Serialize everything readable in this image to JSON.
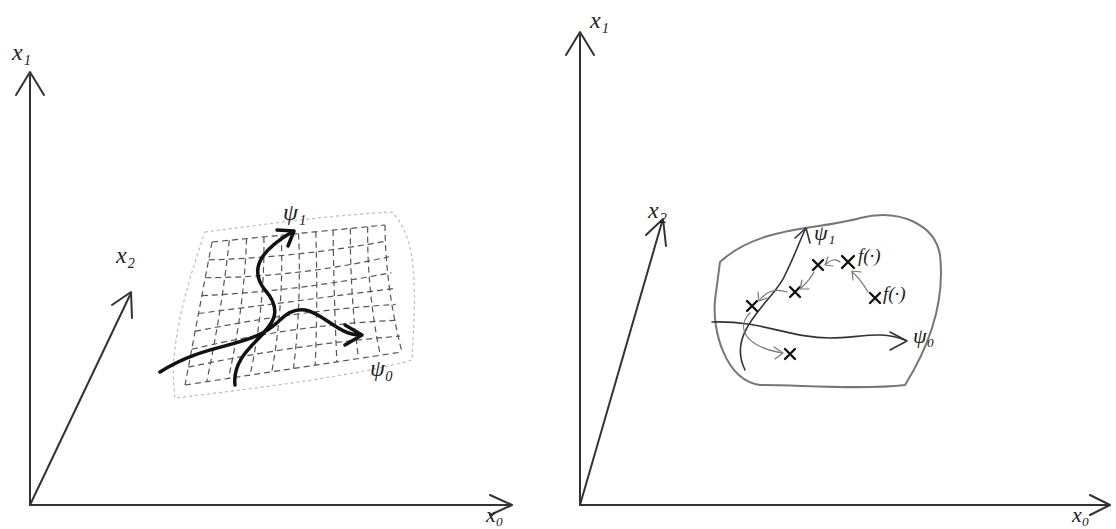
{
  "diagram": {
    "labels": [
      "x₁",
      "x₂",
      "ψ₁",
      "ψ₀",
      "x₀",
      "x₁",
      "x₂",
      "ψ₁",
      "f(·)",
      "f(·)",
      "ψ₀",
      "x₀"
    ]
  }
}
